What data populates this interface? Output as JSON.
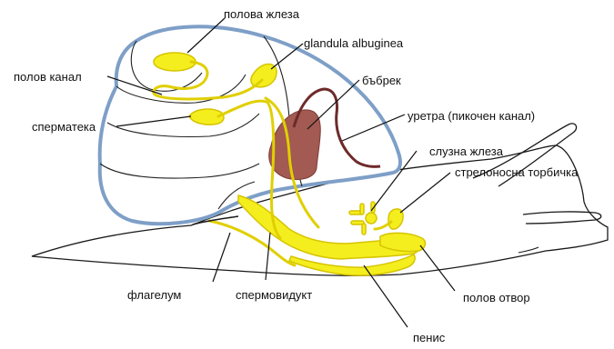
{
  "labels": {
    "sex_gland": "полова жлеза",
    "albumen_gland": "glandula albuginea",
    "sex_duct": "полов канал",
    "kidney": "бъбрек",
    "spermatheca": "сперматека",
    "ureter": "уретра (пикочен канал)",
    "mucous_gland": "слузна жлеза",
    "dart_sac": "стрелоносна торбичка",
    "flagellum": "флагелум",
    "spermoviduct": "спермовидукт",
    "genital_pore": "полов отвор",
    "penis": "пенис"
  },
  "colors": {
    "organ_fill": "#f5ee1e",
    "organ_stroke": "#d6c400",
    "shell_outline": "#7e9fc7",
    "kidney_fill": "#a25a52",
    "ureter_stroke": "#6e2a2a",
    "body_stroke": "#1a1a1a"
  }
}
